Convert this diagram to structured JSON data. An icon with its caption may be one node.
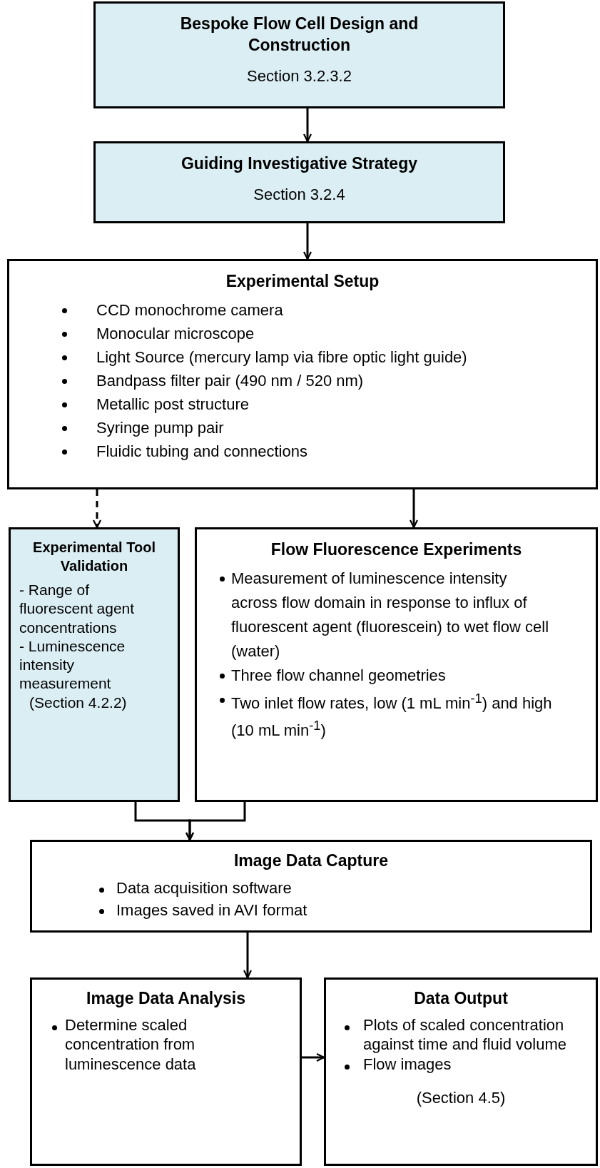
{
  "diagram": {
    "nodes": [
      {
        "text": [
          "Bespoke Flow Cell Design and Construction",
          "Section 3.2.3.2"
        ]
      },
      {
        "text": [
          "Guiding Investigative Strategy",
          "Section 3.2.4"
        ]
      },
      {
        "text": [
          "Experimental Setup",
          "CCD monochrome camera",
          "Monocular microscope",
          "Light Source (mercury lamp via fibre optic light guide)",
          "Bandpass filter pair (490 nm / 520 nm)",
          "Metallic post structure",
          "Syringe pump pair",
          "Fluidic tubing and connections"
        ]
      },
      {
        "text": [
          "Experimental Tool Validation",
          "- Range of fluorescent agent concentrations",
          "- Luminescence intensity measurement",
          "(Section 4.2.2)"
        ]
      },
      {
        "text": [
          "Flow Fluorescence Experiments",
          "Measurement of luminescence intensity across flow domain in response to influx of fluorescent agent (fluorescein) to wet flow cell (water)",
          "Three flow channel geometries",
          "Two inlet flow rates, low (1 mL min$^{-1}$) and high (10 mL min$^{-1}$)"
        ]
      },
      {
        "text": [
          "Image Data Capture",
          "Data acquisition software",
          "Images saved in AVI format"
        ]
      },
      {
        "text": [
          "Image Data Analysis",
          "Determine scaled concentration from luminescence data"
        ]
      },
      {
        "text": [
          "Data Output",
          "Plots of scaled concentration against time and fluid volume",
          "Flow images",
          "(Section 4.5)"
        ]
      }
    ],
    "edges": [
      {
        "from": 0,
        "to": 1,
        "arrow": "to"
      },
      {
        "from": 1,
        "to": 2,
        "arrow": "to"
      },
      {
        "from": 2,
        "to": 3,
        "arrow": "to",
        "style": "dashed"
      },
      {
        "from": 2,
        "to": 4,
        "arrow": "to"
      },
      {
        "from": 3,
        "to": 5,
        "arrow": "to"
      },
      {
        "from": 4,
        "to": 5,
        "arrow": "to"
      },
      {
        "from": 5,
        "to": 6,
        "arrow": "to"
      },
      {
        "from": 6,
        "to": 7,
        "arrow": "to"
      }
    ]
  }
}
